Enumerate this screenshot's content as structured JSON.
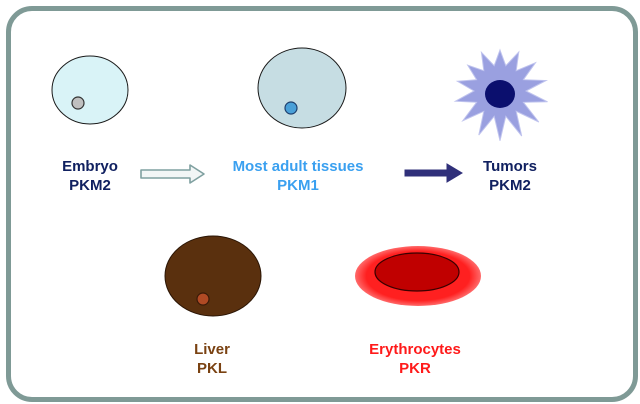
{
  "colors": {
    "frame_border": "#7f9a96",
    "embryo_cell": "#d9f3f7",
    "adult_cell": "#c6dde3",
    "tumor_cell": "#9aa0e0",
    "tumor_nucleus": "#0b0f6e",
    "embryo_nucleus": "#c0c0c0",
    "adult_nucleus": "#4aa0d8",
    "liver_cell": "#5a300e",
    "liver_nucleus": "#b04a24",
    "erythrocyte_outer": "#ff2020",
    "erythrocyte_inner": "#c00000",
    "label_dark_blue": "#102060",
    "label_light_blue": "#3aa0f0",
    "label_brown": "#7a4212",
    "label_red": "#ff1a1a",
    "arrow_hollow": "#7fa0a0",
    "arrow_solid": "#30307a"
  },
  "stages": {
    "embryo": {
      "name": "Embryo",
      "isoform": "PKM2"
    },
    "adult": {
      "name": "Most adult tissues",
      "isoform": "PKM1"
    },
    "tumor": {
      "name": "Tumors",
      "isoform": "PKM2"
    }
  },
  "tissues": {
    "liver": {
      "name": "Liver",
      "isoform": "PKL"
    },
    "erythrocytes": {
      "name": "Erythrocytes",
      "isoform": "PKR"
    }
  }
}
